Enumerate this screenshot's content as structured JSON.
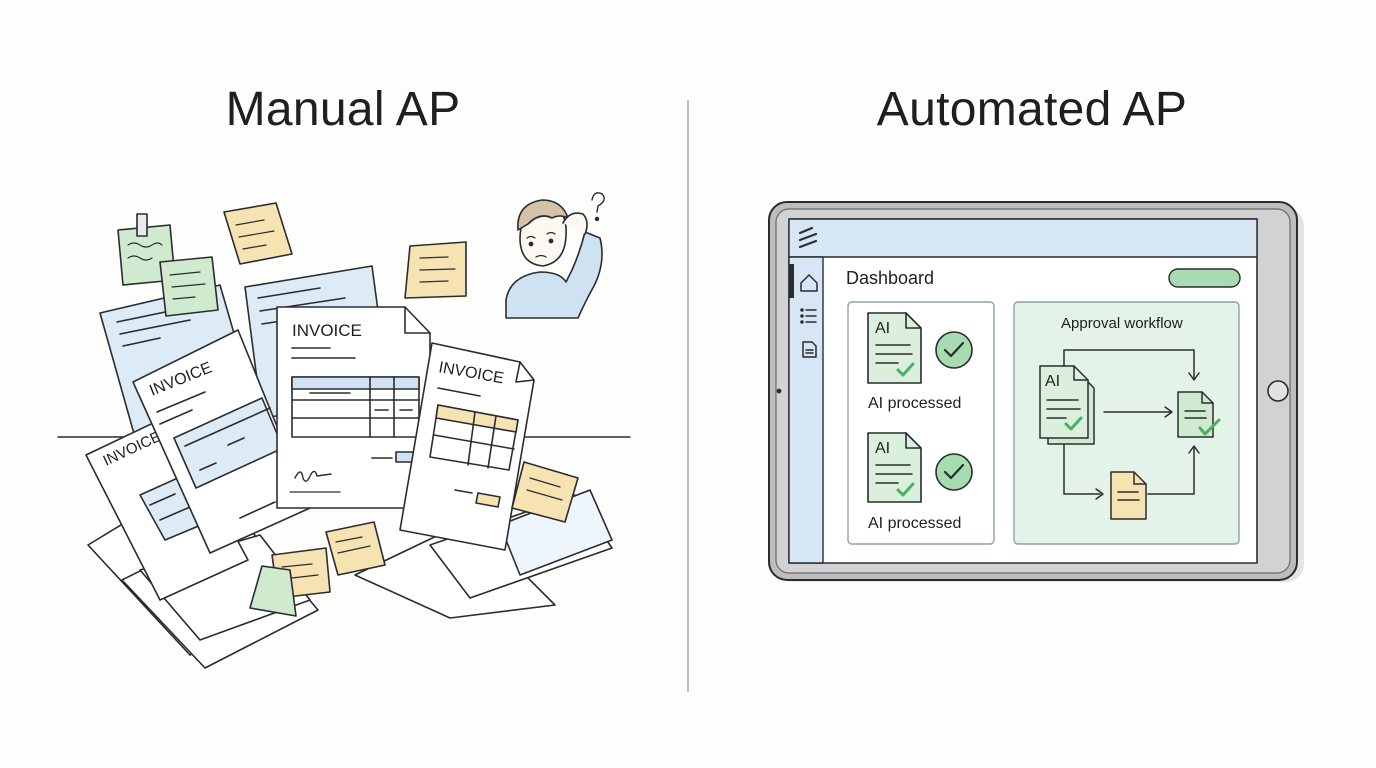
{
  "left_panel": {
    "title": "Manual AP",
    "invoice_labels": [
      "INVOICE",
      "INVOICE",
      "INVOICE",
      "INVOICE"
    ]
  },
  "right_panel": {
    "title": "Automated AP",
    "dashboard": {
      "heading": "Dashboard",
      "processed_cards": [
        {
          "doc_label": "AI",
          "status": "AI processed"
        },
        {
          "doc_label": "AI",
          "status": "AI processed"
        }
      ],
      "workflow": {
        "title": "Approval workflow",
        "doc_label": "AI"
      }
    }
  },
  "colors": {
    "paper_blue": "#dcebf6",
    "sticky_yellow": "#f6e3b1",
    "sticky_green": "#cfeacf",
    "check_green": "#4caf63",
    "pill_green": "#8fd19e",
    "sidebar_blue": "#d6e6f5",
    "tablet_frame": "#5a5a5e"
  }
}
